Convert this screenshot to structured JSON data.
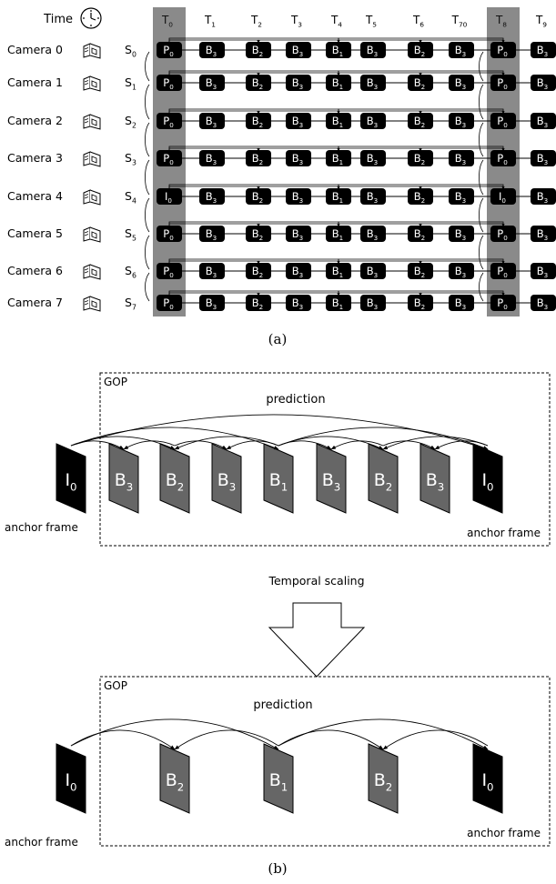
{
  "diagram_a": {
    "time_label": "Time",
    "time_columns": [
      {
        "base": "T",
        "sub": "0"
      },
      {
        "base": "T",
        "sub": "1"
      },
      {
        "base": "T",
        "sub": "2"
      },
      {
        "base": "T",
        "sub": "3"
      },
      {
        "base": "T",
        "sub": "4"
      },
      {
        "base": "T",
        "sub": "5"
      },
      {
        "base": "T",
        "sub": "6"
      },
      {
        "base": "T",
        "sub": "70"
      },
      {
        "base": "T",
        "sub": "8"
      },
      {
        "base": "T",
        "sub": "9"
      }
    ],
    "cameras": [
      {
        "label": "Camera 0",
        "view": {
          "base": "S",
          "sub": "0"
        },
        "anchor": "P"
      },
      {
        "label": "Camera 1",
        "view": {
          "base": "S",
          "sub": "1"
        },
        "anchor": "P"
      },
      {
        "label": "Camera 2",
        "view": {
          "base": "S",
          "sub": "2"
        },
        "anchor": "P"
      },
      {
        "label": "Camera 3",
        "view": {
          "base": "S",
          "sub": "3"
        },
        "anchor": "P"
      },
      {
        "label": "Camera 4",
        "view": {
          "base": "S",
          "sub": "4"
        },
        "anchor": "I"
      },
      {
        "label": "Camera 5",
        "view": {
          "base": "S",
          "sub": "5"
        },
        "anchor": "P"
      },
      {
        "label": "Camera 6",
        "view": {
          "base": "S",
          "sub": "6"
        },
        "anchor": "P"
      },
      {
        "label": "Camera 7",
        "view": {
          "base": "S",
          "sub": "7"
        },
        "anchor": "P"
      }
    ],
    "frame_pattern": [
      {
        "base": "anchor",
        "sub": "0"
      },
      {
        "base": "B",
        "sub": "3"
      },
      {
        "base": "B",
        "sub": "2"
      },
      {
        "base": "B",
        "sub": "3"
      },
      {
        "base": "B",
        "sub": "1"
      },
      {
        "base": "B",
        "sub": "3"
      },
      {
        "base": "B",
        "sub": "2"
      },
      {
        "base": "B",
        "sub": "3"
      },
      {
        "base": "anchor",
        "sub": "0"
      },
      {
        "base": "B",
        "sub": "3"
      }
    ],
    "caption": "(a)"
  },
  "diagram_b": {
    "top": {
      "gop_label": "GOP",
      "prediction_label": "prediction",
      "frames": [
        {
          "base": "I",
          "sub": "0",
          "kind": "anchor"
        },
        {
          "base": "B",
          "sub": "3",
          "kind": "b"
        },
        {
          "base": "B",
          "sub": "2",
          "kind": "b"
        },
        {
          "base": "B",
          "sub": "3",
          "kind": "b"
        },
        {
          "base": "B",
          "sub": "1",
          "kind": "b"
        },
        {
          "base": "B",
          "sub": "3",
          "kind": "b"
        },
        {
          "base": "B",
          "sub": "2",
          "kind": "b"
        },
        {
          "base": "B",
          "sub": "3",
          "kind": "b"
        },
        {
          "base": "I",
          "sub": "0",
          "kind": "anchor"
        }
      ],
      "anchor_label_left": "anchor frame",
      "anchor_label_right": "anchor frame"
    },
    "scaling_label": "Temporal scaling",
    "bottom": {
      "gop_label": "GOP",
      "prediction_label": "prediction",
      "frames": [
        {
          "base": "I",
          "sub": "0",
          "kind": "anchor"
        },
        {
          "base": "B",
          "sub": "2",
          "kind": "b"
        },
        {
          "base": "B",
          "sub": "1",
          "kind": "b"
        },
        {
          "base": "B",
          "sub": "2",
          "kind": "b"
        },
        {
          "base": "I",
          "sub": "0",
          "kind": "anchor"
        }
      ],
      "anchor_label_left": "anchor frame",
      "anchor_label_right": "anchor frame"
    },
    "caption": "(b)"
  },
  "colors": {
    "node_fill": "#000000",
    "node_text": "#ffffff",
    "anchor_band": "#8a8a8a",
    "b_frame_fill": "#666666",
    "anchor_frame_fill": "#000000"
  }
}
